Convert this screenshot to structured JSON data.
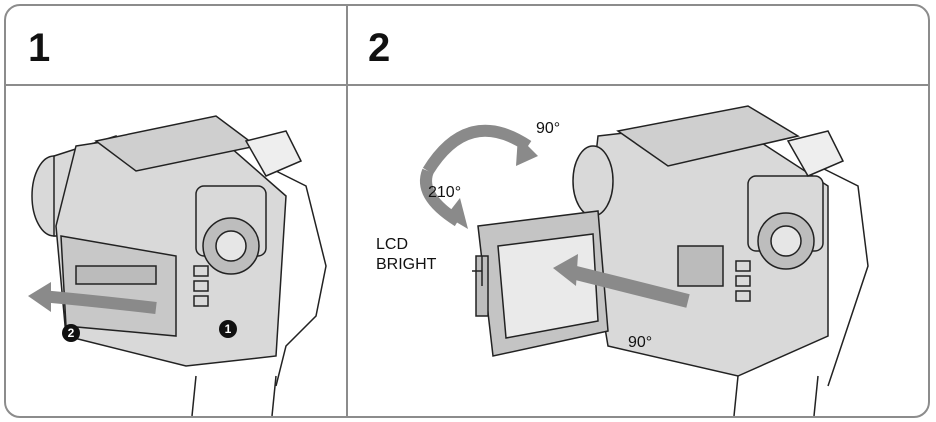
{
  "step1": {
    "number": "1",
    "mark1": "1",
    "mark2": "2"
  },
  "step2": {
    "number": "2",
    "angle_top": "90°",
    "angle_left": "210°",
    "angle_bottom": "90°",
    "lcd_label_line1": "LCD",
    "lcd_label_line2": "BRIGHT"
  },
  "colors": {
    "border": "#8c8c8c",
    "arrow": "#8a8a8a",
    "ink": "#111111"
  }
}
